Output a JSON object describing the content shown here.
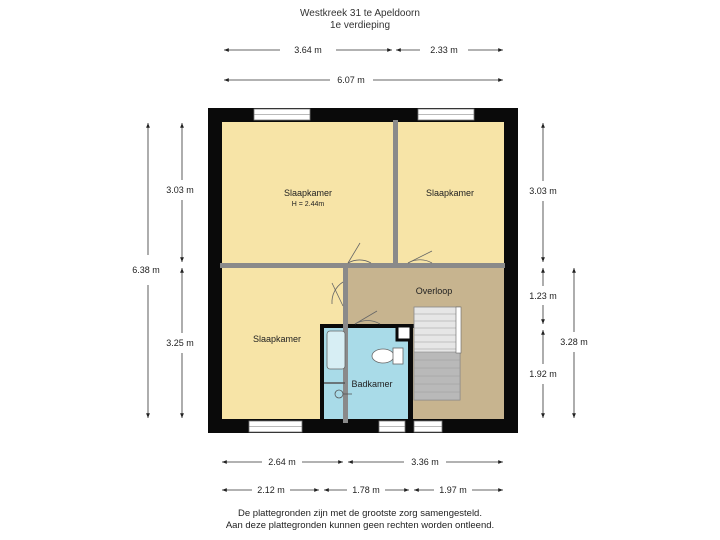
{
  "header": {
    "title": "Westkreek 31 te Apeldoorn",
    "subtitle": "1e verdieping"
  },
  "rooms": {
    "bedroom_1": {
      "label": "Slaapkamer",
      "height": "H = 2.44m"
    },
    "bedroom_2": {
      "label": "Slaapkamer"
    },
    "bedroom_3": {
      "label": "Slaapkamer"
    },
    "landing": {
      "label": "Overloop"
    },
    "bathroom": {
      "label": "Badkamer"
    }
  },
  "dimensions": {
    "top_left": "3.64 m",
    "top_right": "2.33 m",
    "top_total": "6.07 m",
    "left_total": "6.38 m",
    "left_upper": "3.03 m",
    "left_lower": "3.25 m",
    "right_upper": "3.03 m",
    "right_middle": "1.23 m",
    "right_lower": "1.92 m",
    "right_outer": "3.28 m",
    "bottom_left": "2.64 m",
    "bottom_right": "3.36 m",
    "bottom2_left": "2.12 m",
    "bottom2_mid": "1.78 m",
    "bottom2_right": "1.97 m"
  },
  "colors": {
    "bedroom": "#f7e4a7",
    "landing": "#c7b48f",
    "bathroom": "#a9dbe8",
    "stairs": "#e4e4e4",
    "wall": "#0a0a0a"
  },
  "footer": {
    "line1": "De plattegronden zijn met de grootste zorg samengesteld.",
    "line2": "Aan deze plattegronden kunnen geen rechten worden ontleend."
  }
}
